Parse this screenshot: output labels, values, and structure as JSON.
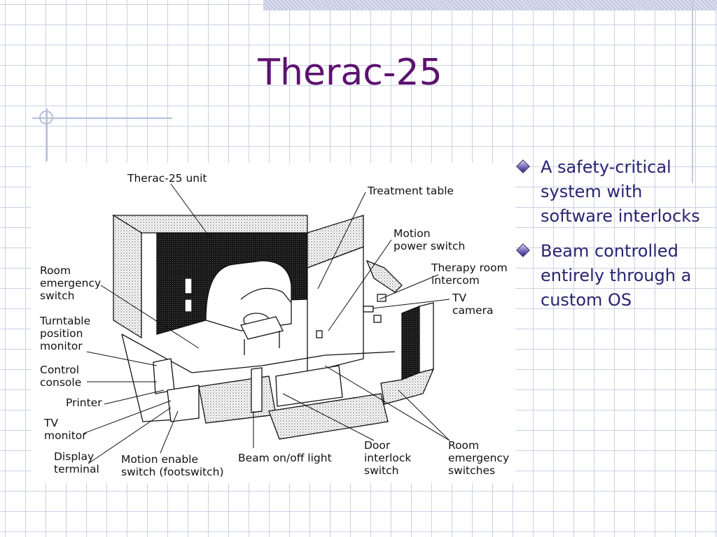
{
  "slide": {
    "title": "Therac-25",
    "bullets": [
      {
        "icon": "diamond-bullet-icon",
        "text": "A safety-critical system with software interlocks"
      },
      {
        "icon": "diamond-bullet-icon",
        "text": "Beam controlled entirely through a custom OS"
      }
    ],
    "colors": {
      "title": "#5c1270",
      "bullet_text": "#2a2470",
      "grid": "#c9d1e4"
    }
  },
  "diagram": {
    "labels": {
      "unit": "Therac-25 unit",
      "treatment_table": "Treatment table",
      "motion_power_1": "Motion",
      "motion_power_2": "power switch",
      "intercom_1": "Therapy room",
      "intercom_2": "intercom",
      "tv_camera_1": "TV",
      "tv_camera_2": "camera",
      "room_emergency_1": "Room",
      "room_emergency_2": "emergency",
      "room_emergency_3": "switch",
      "turntable_1": "Turntable",
      "turntable_2": "position",
      "turntable_3": "monitor",
      "console_1": "Control",
      "console_2": "console",
      "printer": "Printer",
      "tv_monitor_1": "TV",
      "tv_monitor_2": "monitor",
      "display_1": "Display",
      "display_2": "terminal",
      "motion_enable_1": "Motion enable",
      "motion_enable_2": "switch (footswitch)",
      "beam_light": "Beam on/off light",
      "door_1": "Door",
      "door_2": "interlock",
      "door_3": "switch",
      "room_switches_1": "Room",
      "room_switches_2": "emergency",
      "room_switches_3": "switches"
    }
  }
}
